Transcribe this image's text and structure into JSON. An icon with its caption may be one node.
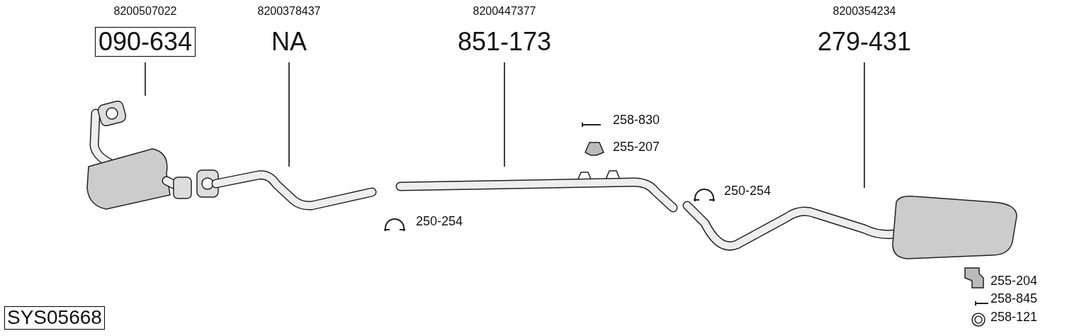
{
  "diagram": {
    "nodes": [
      {
        "text": [
          "8200507022",
          "090-634"
        ]
      },
      {
        "text": [],
        "shape": "picture"
      },
      {
        "text": [
          "8200378437",
          "NA"
        ]
      },
      {
        "text": [],
        "shape": "picture"
      },
      {
        "text": [
          "8200447377",
          "851-173"
        ]
      },
      {
        "text": [],
        "shape": "picture"
      },
      {
        "text": [
          "8200354234",
          "279-431"
        ]
      },
      {
        "text": [],
        "shape": "picture"
      }
    ],
    "edges": [
      {
        "from": 0,
        "to": 1,
        "arrow": "none"
      },
      {
        "from": 2,
        "to": 3,
        "arrow": "none"
      },
      {
        "from": 4,
        "to": 5,
        "arrow": "none"
      },
      {
        "from": 6,
        "to": 7,
        "arrow": "none"
      }
    ],
    "labels": [
      "258-830",
      "255-207",
      "250-254",
      "250-254",
      "255-204",
      "258-845",
      "258-121",
      "SYS05668"
    ]
  }
}
